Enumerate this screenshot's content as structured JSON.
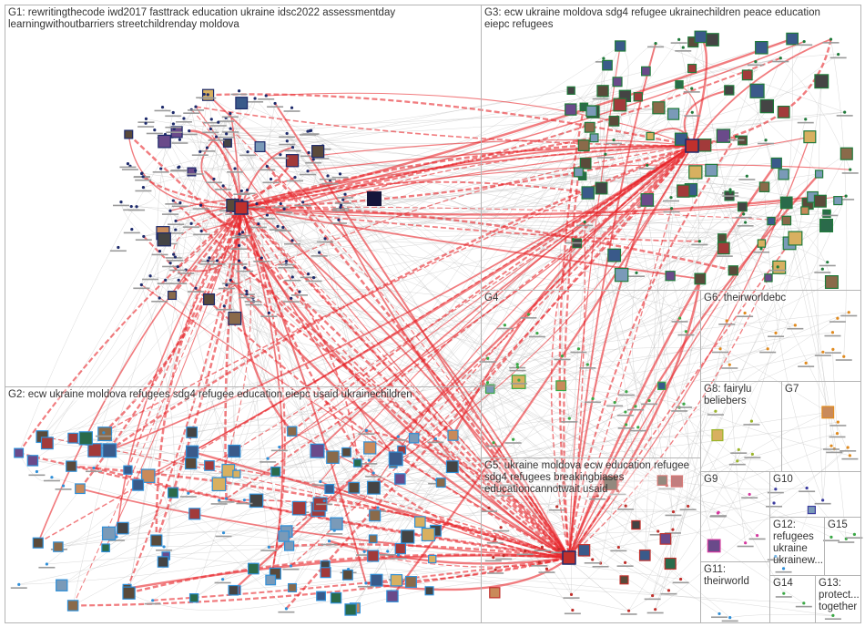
{
  "groups": [
    {
      "id": "G1",
      "label": "G1: rewritingthecode iwd2017 fasttrack education ukraine idsc2022 assessmentday\nlearningwithoutbarriers streetchildrenday moldova"
    },
    {
      "id": "G2",
      "label": "G2: ecw ukraine moldova refugees sdg4 refugee education eiepc usaid ukrainechildren"
    },
    {
      "id": "G3",
      "label": "G3: ecw ukraine moldova sdg4 refugee ukrainechildren peace education\neiepc refugees"
    },
    {
      "id": "G4",
      "label": "G4"
    },
    {
      "id": "G5",
      "label": "G5: ukraine moldova ecw education refugee\nsdg4 refugees breakingbiases\neducationcannotwait usaid"
    },
    {
      "id": "G6",
      "label": "G6: theirworldebc"
    },
    {
      "id": "G7",
      "label": "G7"
    },
    {
      "id": "G8",
      "label": "G8: fairylu\nbeliebers"
    },
    {
      "id": "G9",
      "label": "G9"
    },
    {
      "id": "G10",
      "label": "G10"
    },
    {
      "id": "G11",
      "label": "G11:\ntheirworld"
    },
    {
      "id": "G12",
      "label": "G12:\nrefugees\nukraine\nukrainew..."
    },
    {
      "id": "G13",
      "label": "G13:\nprotect...\ntogether"
    },
    {
      "id": "G14",
      "label": "G14"
    },
    {
      "id": "G15",
      "label": "G15"
    }
  ],
  "colors": {
    "edge_gray": "#b9b9b9",
    "edge_red": "#e8242a",
    "panel_border": "#b4b4b4",
    "label_text": "#333333",
    "node_g1": "#1d2a6b",
    "node_g2": "#2f8fd8",
    "node_g3": "#1f7a3a",
    "node_g4": "#3aa845",
    "node_g5": "#c0302c",
    "node_g6": "#e08a1e",
    "node_g7": "#e08a1e",
    "node_g8": "#9bb52a",
    "node_g9": "#d63aa0",
    "node_g10": "#3c3ca0",
    "node_g11": "#2f8fd8",
    "node_g12": "#2f8fd8",
    "node_g13": "#3aa845",
    "node_g14": "#3aa845",
    "node_g15": "#3aa845"
  }
}
